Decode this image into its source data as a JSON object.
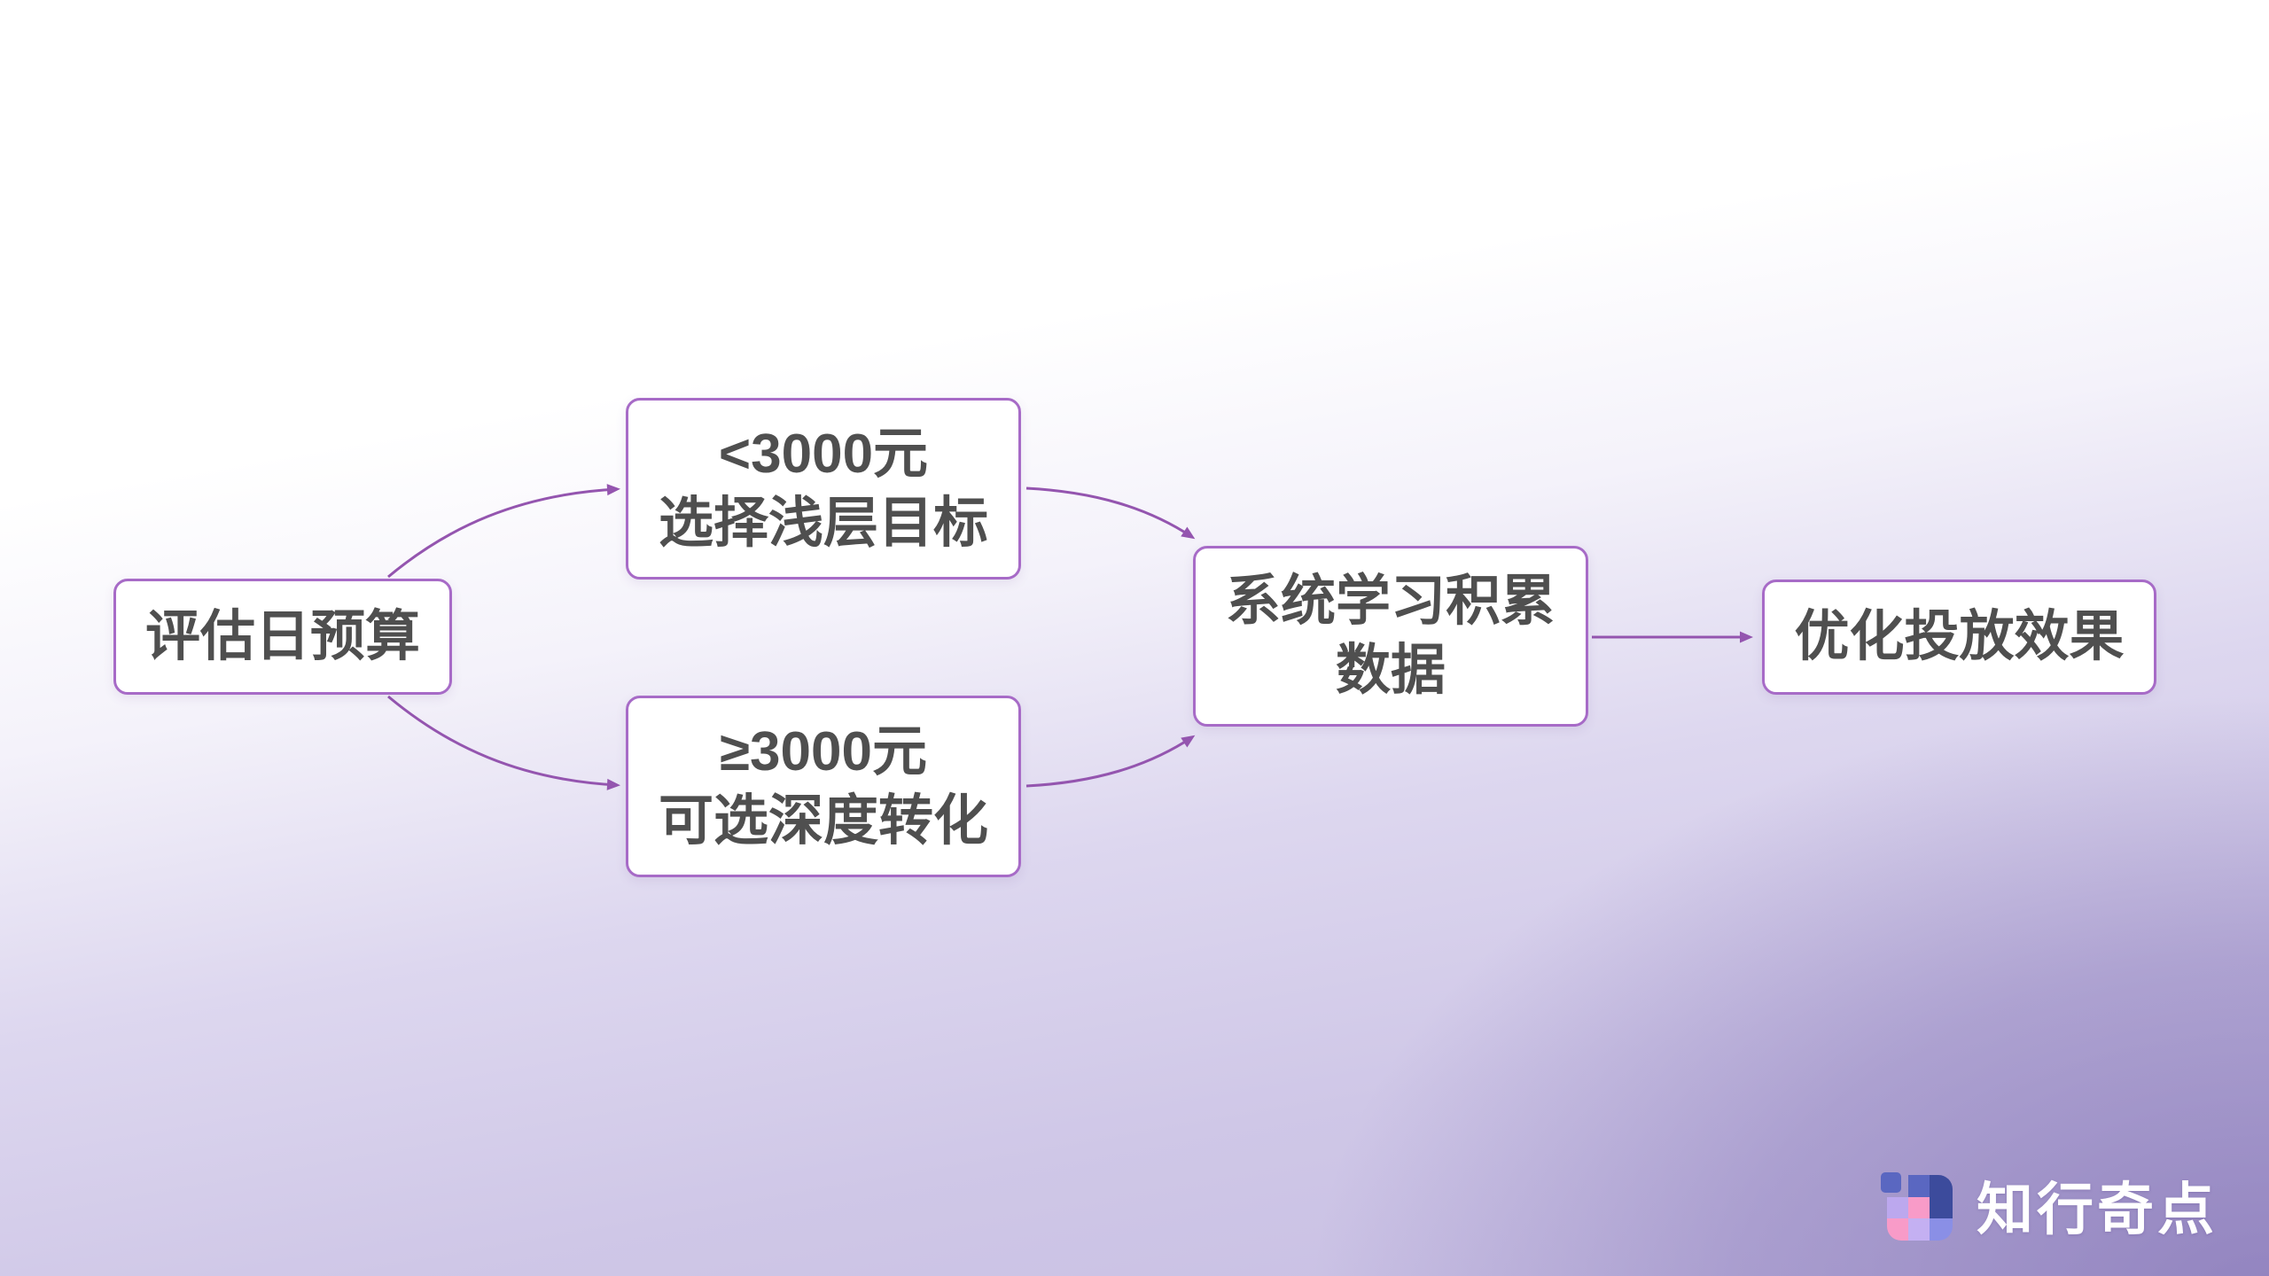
{
  "diagram": {
    "nodes": [
      {
        "id": "assess",
        "lines": [
          "评估日预算"
        ]
      },
      {
        "id": "under3000",
        "lines": [
          "<3000元",
          "选择浅层目标"
        ]
      },
      {
        "id": "over3000",
        "lines": [
          "≥3000元",
          "可选深度转化"
        ]
      },
      {
        "id": "learn",
        "lines": [
          "系统学习积累",
          "数据"
        ]
      },
      {
        "id": "optimize",
        "lines": [
          "优化投放效果"
        ]
      }
    ],
    "edges": [
      {
        "from": "assess",
        "to": "under3000"
      },
      {
        "from": "assess",
        "to": "over3000"
      },
      {
        "from": "under3000",
        "to": "learn"
      },
      {
        "from": "over3000",
        "to": "learn"
      },
      {
        "from": "learn",
        "to": "optimize"
      }
    ]
  },
  "logo": {
    "text": "知行奇点"
  },
  "colors": {
    "edge": "#9455AF",
    "node_border": "#A76BC7",
    "node_fill": "#FFFFFF",
    "node_text": "#4F4F4F",
    "logo_text": "#FFFFFF",
    "bg_top": "#FFFFFF",
    "bg_bottom_left": "#DCD7EE",
    "bg_bottom_right": "#9186BE",
    "icon_indigo": "#5A67C1",
    "icon_navy": "#3C4B9C",
    "icon_lavender": "#BCA8EE",
    "icon_lavender2": "#C4B0F2",
    "icon_pink": "#F89BC8",
    "icon_periwinkle": "#8A8FE6"
  }
}
